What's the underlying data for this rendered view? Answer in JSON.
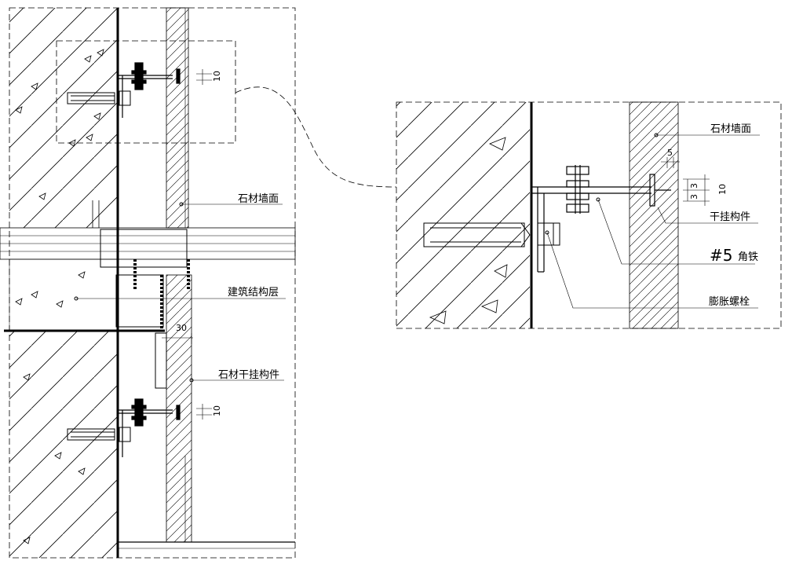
{
  "labels": {
    "stone_wall_left": "石材墙面",
    "structure_layer": "建筑结构层",
    "stone_hanger_left": "石材干挂构件",
    "stone_wall_right": "石材墙面",
    "dry_hanger_right": "干挂构件",
    "angle_iron_num": "#5",
    "angle_iron_text": "角铁",
    "expansion_bolt": "膨胀螺栓"
  },
  "dimensions": {
    "top_gap": "10",
    "bottom_gap": "10",
    "offset": "30",
    "detail_gap": "10",
    "detail_thickness": "5",
    "detail_small_a": "3",
    "detail_small_b": "3"
  },
  "colors": {
    "line": "#000000",
    "background": "#ffffff"
  }
}
